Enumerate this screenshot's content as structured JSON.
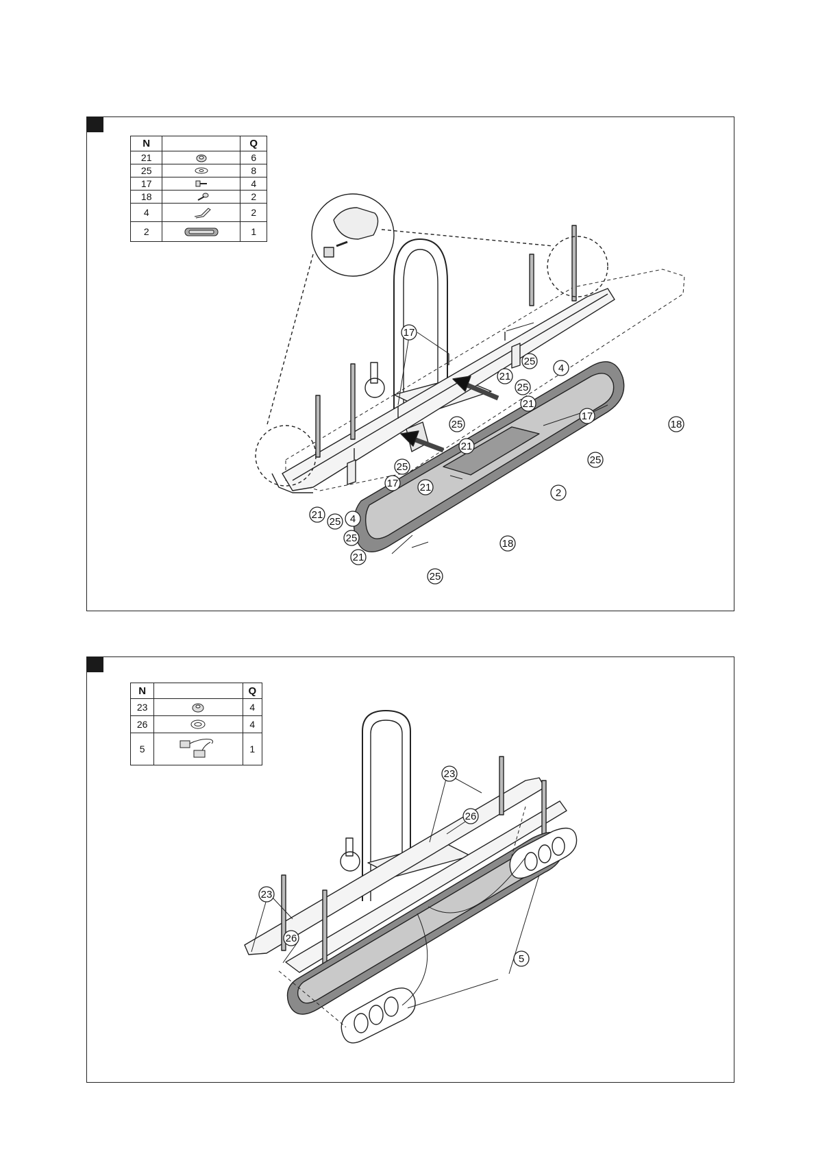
{
  "step1": {
    "parts_table": {
      "headers": {
        "number": "N",
        "picture": "",
        "quantity": "Q"
      },
      "rows": [
        {
          "n": "21",
          "icon": "nut-icon",
          "q": "6"
        },
        {
          "n": "25",
          "icon": "washer-icon",
          "q": "8"
        },
        {
          "n": "17",
          "icon": "bolt-icon",
          "q": "4"
        },
        {
          "n": "18",
          "icon": "screw-icon",
          "q": "2"
        },
        {
          "n": "4",
          "icon": "bracket-icon",
          "q": "2"
        },
        {
          "n": "2",
          "icon": "light-bar-icon",
          "q": "1"
        }
      ]
    },
    "callouts": [
      "17",
      "17",
      "25",
      "21",
      "4",
      "25",
      "21",
      "25",
      "21",
      "18",
      "25",
      "25",
      "17",
      "21",
      "21",
      "25",
      "4",
      "25",
      "21",
      "2",
      "18",
      "25"
    ]
  },
  "step2": {
    "parts_table": {
      "headers": {
        "number": "N",
        "picture": "",
        "quantity": "Q"
      },
      "rows": [
        {
          "n": "23",
          "icon": "nut-icon",
          "q": "4"
        },
        {
          "n": "26",
          "icon": "washer-icon",
          "q": "4"
        },
        {
          "n": "5",
          "icon": "lamp-cable-icon",
          "q": "1"
        }
      ]
    },
    "callouts": [
      "23",
      "26",
      "23",
      "26",
      "5"
    ]
  },
  "colors": {
    "line": "#222222",
    "bar_fill": "#8a8a8a",
    "marker": "#1a1a1a"
  }
}
